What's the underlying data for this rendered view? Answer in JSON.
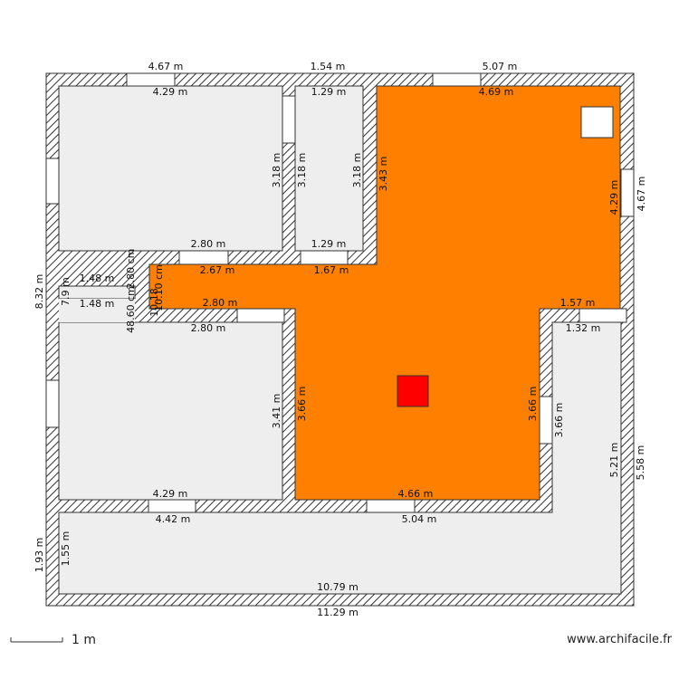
{
  "colors": {
    "floor": "#eeeeef",
    "highlight": "#ff8000",
    "marker_red": "#ff0000",
    "marker_white": "#ffffff",
    "wall_stroke": "#333333"
  },
  "dimensions": {
    "top_left_outer": "4.67 m",
    "top_mid_outer": "1.54 m",
    "top_right_outer": "5.07 m",
    "room1_top": "4.29 m",
    "room2_top": "1.29 m",
    "room3_top": "4.69 m",
    "room1_height": "3.18 m",
    "room2_height_a": "3.18 m",
    "room2_height_b": "3.18 m",
    "room3_left_height": "3.43 m",
    "room3_right_height": "4.29 m",
    "right_outer_upper": "4.67 m",
    "room1_bottom": "2.80 m",
    "room2_bottom": "1.29 m",
    "corridor_top_left": "2.67 m",
    "corridor_top_mid": "1.67 m",
    "corridor_bottom_left": "2.80 m",
    "room4_top": "2.80 m",
    "corridor_end": "1.57 m",
    "right_room_top": "1.32 m",
    "left_outer_height": "8.32 m",
    "closet_top": "1.48 m",
    "closet_bottom": "1.48 m",
    "closet_height": "7.9 m",
    "wall_a": "2.80 cm",
    "wall_b": "48.60 cm",
    "wall_c": "10.18",
    "wall_d": "10.10 cm",
    "room4_height": "3.41 m",
    "orange_lower_left": "3.66 m",
    "orange_lower_right": "3.66 m",
    "right_room_left": "3.66 m",
    "right_room_inner": "5.21 m",
    "right_outer_lower": "5.58 m",
    "room4_bottom": "4.29 m",
    "orange_bottom": "4.66 m",
    "bottom_room_top_left": "4.42 m",
    "bottom_room_top_right": "5.04 m",
    "left_outer_lower": "1.93 m",
    "bottom_room_height": "1.55 m",
    "bottom_room_width": "10.79 m",
    "bottom_outer": "11.29 m"
  },
  "scale": {
    "label": "1 m"
  },
  "brand": "www.archifacile.fr"
}
